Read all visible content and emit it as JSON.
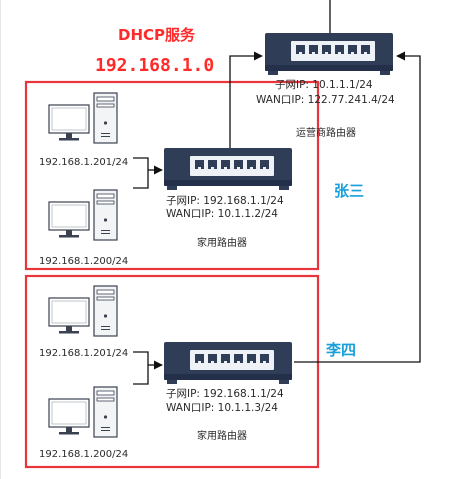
{
  "dhcp": {
    "title": "DHCP服务",
    "ip": "192.168.1.0"
  },
  "isp_router": {
    "subnet_ip": "子网IP:   10.1.1.1/24",
    "wan_ip": "WAN口IP:  122.77.241.4/24",
    "label": "运营商路由器"
  },
  "home1": {
    "owner": "张三",
    "pc1_ip": "192.168.1.201/24",
    "pc2_ip": "192.168.1.200/24",
    "router_subnet_ip": "子网IP:   192.168.1.1/24",
    "router_wan_ip": "WAN口IP:  10.1.1.2/24",
    "router_label": "家用路由器"
  },
  "home2": {
    "owner": "李四",
    "pc1_ip": "192.168.1.201/24",
    "pc2_ip": "192.168.1.200/24",
    "router_subnet_ip": "子网IP:   192.168.1.1/24",
    "router_wan_ip": "WAN口IP:  10.1.1.3/24",
    "router_label": "家用路由器"
  },
  "colors": {
    "highlight_red": "#ff2b2b",
    "owner_blue": "#1a9fd9",
    "router_dark": "#2f3d57",
    "connector": "#111111"
  },
  "icons": {
    "computer": "desktop-computer-icon",
    "router": "network-router-icon"
  }
}
